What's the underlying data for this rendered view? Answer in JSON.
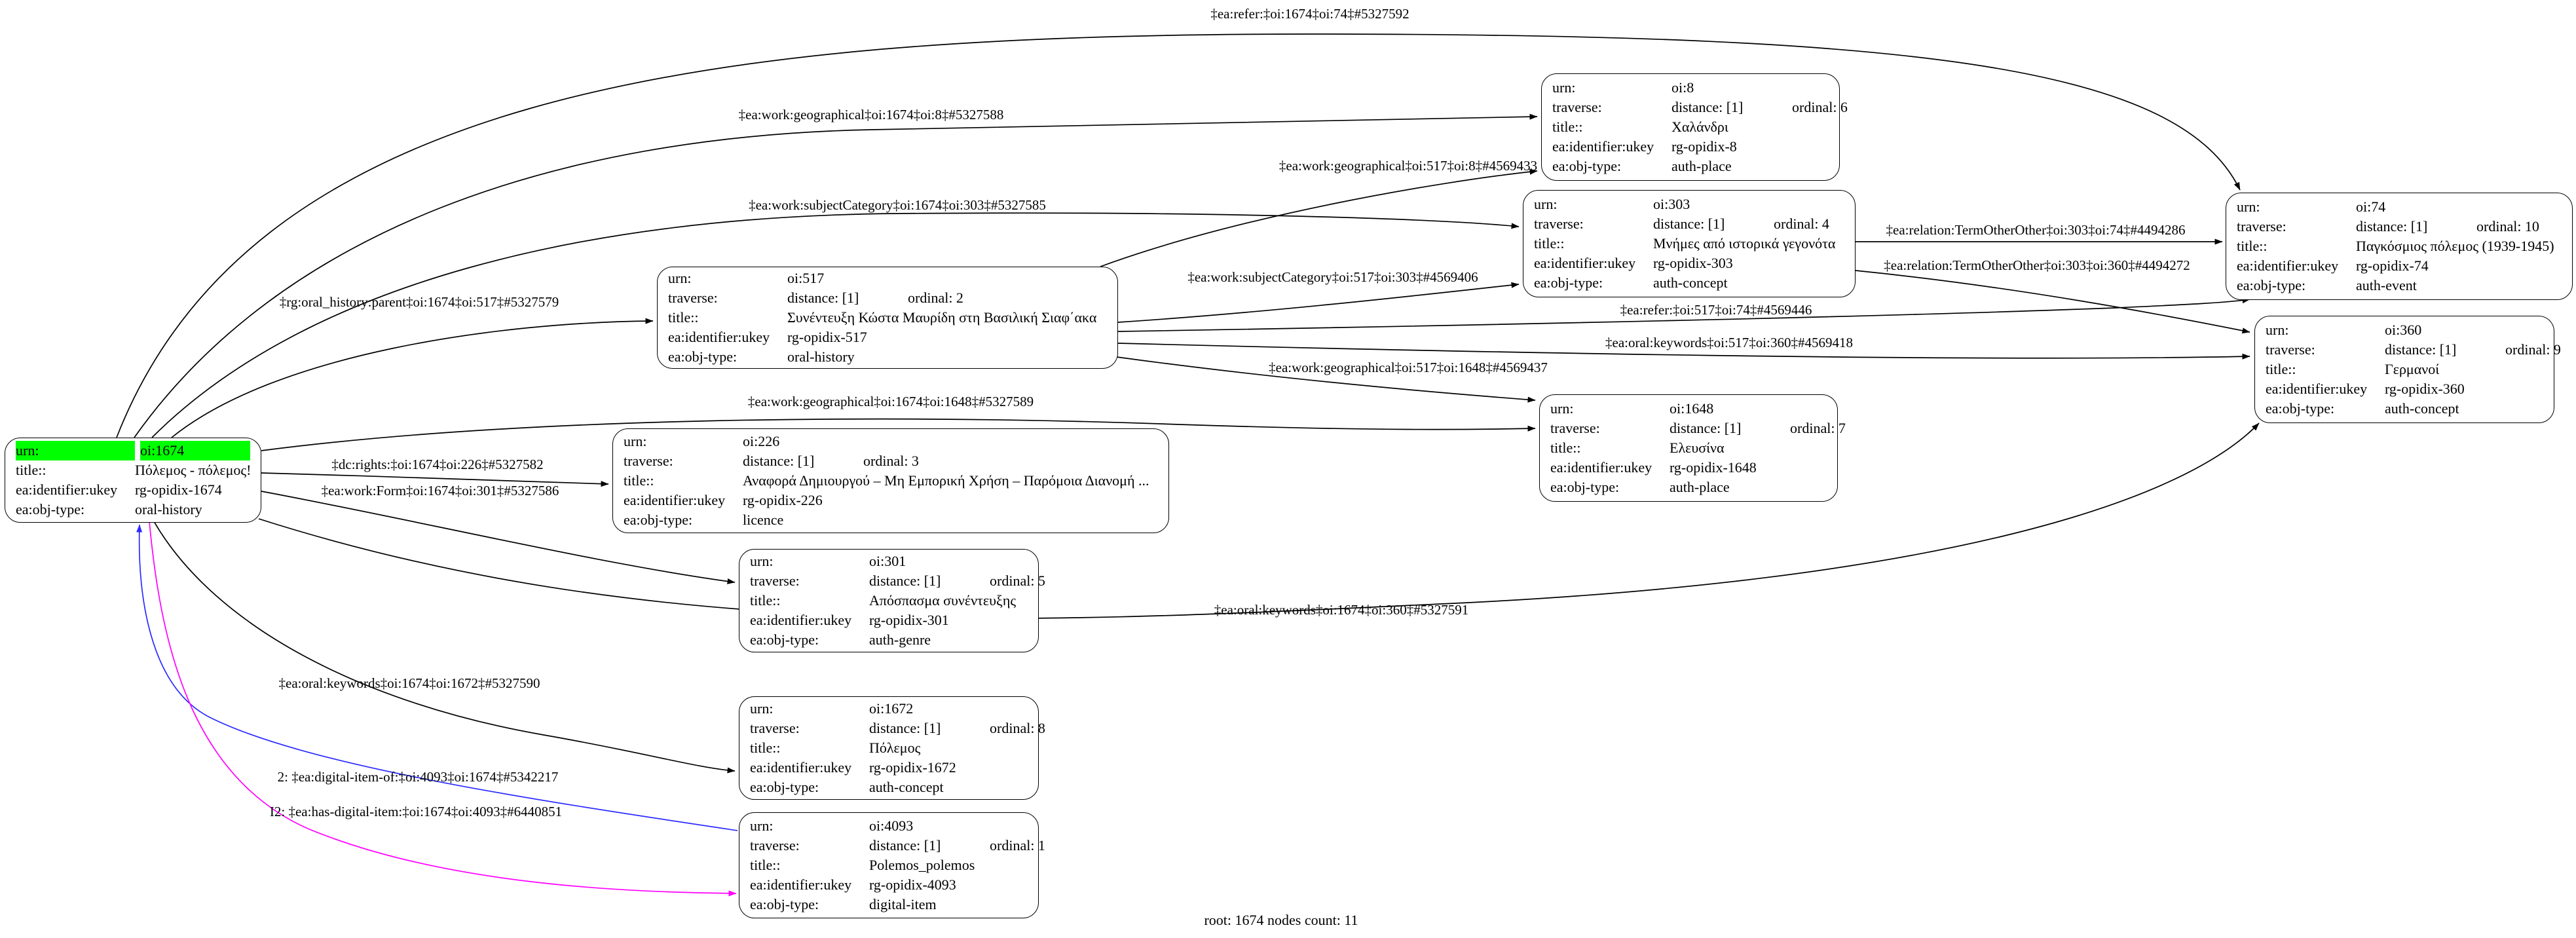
{
  "caption": "root: 1674 nodes count: 11",
  "colors": {
    "highlight": "#00ff00",
    "edge_default": "#000000",
    "edge_blue": "#2a2aff",
    "edge_magenta": "#ff00ff"
  },
  "field_labels": {
    "urn": "urn:",
    "traverse": "traverse:",
    "title": "title::",
    "ukey": "ea:identifier:ukey",
    "objtype": "ea:obj-type:"
  },
  "nodes": [
    {
      "urn": "oi:1674",
      "title": "Πόλεμος - πόλεμος!",
      "ukey": "rg-opidix-1674",
      "objtype": "oral-history"
    },
    {
      "urn": "oi:517",
      "distance": "distance: [1]",
      "ordinal": "ordinal: 2",
      "title": "Συνέντευξη Κώστα Μαυρίδη στη Βασιλική Σιαφ΄ακα",
      "ukey": "rg-opidix-517",
      "objtype": "oral-history"
    },
    {
      "urn": "oi:8",
      "distance": "distance: [1]",
      "ordinal": "ordinal: 6",
      "title": "Χαλάνδρι",
      "ukey": "rg-opidix-8",
      "objtype": "auth-place"
    },
    {
      "urn": "oi:303",
      "distance": "distance: [1]",
      "ordinal": "ordinal: 4",
      "title": "Μνήμες από ιστορικά γεγονότα",
      "ukey": "rg-opidix-303",
      "objtype": "auth-concept"
    },
    {
      "urn": "oi:74",
      "distance": "distance: [1]",
      "ordinal": "ordinal: 10",
      "title": "Παγκόσμιος πόλεμος (1939-1945)",
      "ukey": "rg-opidix-74",
      "objtype": "auth-event"
    },
    {
      "urn": "oi:360",
      "distance": "distance: [1]",
      "ordinal": "ordinal: 9",
      "title": "Γερμανοί",
      "ukey": "rg-opidix-360",
      "objtype": "auth-concept"
    },
    {
      "urn": "oi:1648",
      "distance": "distance: [1]",
      "ordinal": "ordinal: 7",
      "title": "Ελευσίνα",
      "ukey": "rg-opidix-1648",
      "objtype": "auth-place"
    },
    {
      "urn": "oi:226",
      "distance": "distance: [1]",
      "ordinal": "ordinal: 3",
      "title": "Αναφορά Δημιουργού – Μη Εμπορική Χρήση – Παρόμοια Διανομή ...",
      "ukey": "rg-opidix-226",
      "objtype": "licence"
    },
    {
      "urn": "oi:301",
      "distance": "distance: [1]",
      "ordinal": "ordinal: 5",
      "title": "Απόσπασμα συνέντευξης",
      "ukey": "rg-opidix-301",
      "objtype": "auth-genre"
    },
    {
      "urn": "oi:1672",
      "distance": "distance: [1]",
      "ordinal": "ordinal: 8",
      "title": "Πόλεμος",
      "ukey": "rg-opidix-1672",
      "objtype": "auth-concept"
    },
    {
      "urn": "oi:4093",
      "distance": "distance: [1]",
      "ordinal": "ordinal: 1",
      "title": "Polemos_polemos",
      "ukey": "rg-opidix-4093",
      "objtype": "digital-item"
    }
  ],
  "edges": [
    {
      "label": "‡ea:refer:‡oi:1674‡oi:74‡#5327592",
      "color": "edge_default"
    },
    {
      "label": "‡ea:work:geographical‡oi:1674‡oi:8‡#5327588",
      "color": "edge_default"
    },
    {
      "label": "‡ea:work:geographical‡oi:517‡oi:8‡#4569433",
      "color": "edge_default"
    },
    {
      "label": "‡ea:work:subjectCategory‡oi:1674‡oi:303‡#5327585",
      "color": "edge_default"
    },
    {
      "label": "‡ea:work:subjectCategory‡oi:517‡oi:303‡#4569406",
      "color": "edge_default"
    },
    {
      "label": "‡ea:relation:TermOtherOther‡oi:303‡oi:74‡#4494286",
      "color": "edge_default"
    },
    {
      "label": "‡ea:relation:TermOtherOther‡oi:303‡oi:360‡#4494272",
      "color": "edge_default"
    },
    {
      "label": "‡rg:oral_history:parent‡oi:1674‡oi:517‡#5327579",
      "color": "edge_default"
    },
    {
      "label": "‡ea:refer:‡oi:517‡oi:74‡#4569446",
      "color": "edge_default"
    },
    {
      "label": "‡ea:oral:keywords‡oi:517‡oi:360‡#4569418",
      "color": "edge_default"
    },
    {
      "label": "‡ea:work:geographical‡oi:517‡oi:1648‡#4569437",
      "color": "edge_default"
    },
    {
      "label": "‡ea:work:geographical‡oi:1674‡oi:1648‡#5327589",
      "color": "edge_default"
    },
    {
      "label": "‡dc:rights:‡oi:1674‡oi:226‡#5327582",
      "color": "edge_default"
    },
    {
      "label": "‡ea:work:Form‡oi:1674‡oi:301‡#5327586",
      "color": "edge_default"
    },
    {
      "label": "‡ea:oral:keywords‡oi:1674‡oi:360‡#5327591",
      "color": "edge_default"
    },
    {
      "label": "‡ea:oral:keywords‡oi:1674‡oi:1672‡#5327590",
      "color": "edge_default"
    },
    {
      "label": "2: ‡ea:digital-item-of:‡oi:4093‡oi:1674‡#5342217",
      "color": "edge_blue"
    },
    {
      "label": "I2: ‡ea:has-digital-item:‡oi:1674‡oi:4093‡#6440851",
      "color": "edge_magenta"
    }
  ]
}
